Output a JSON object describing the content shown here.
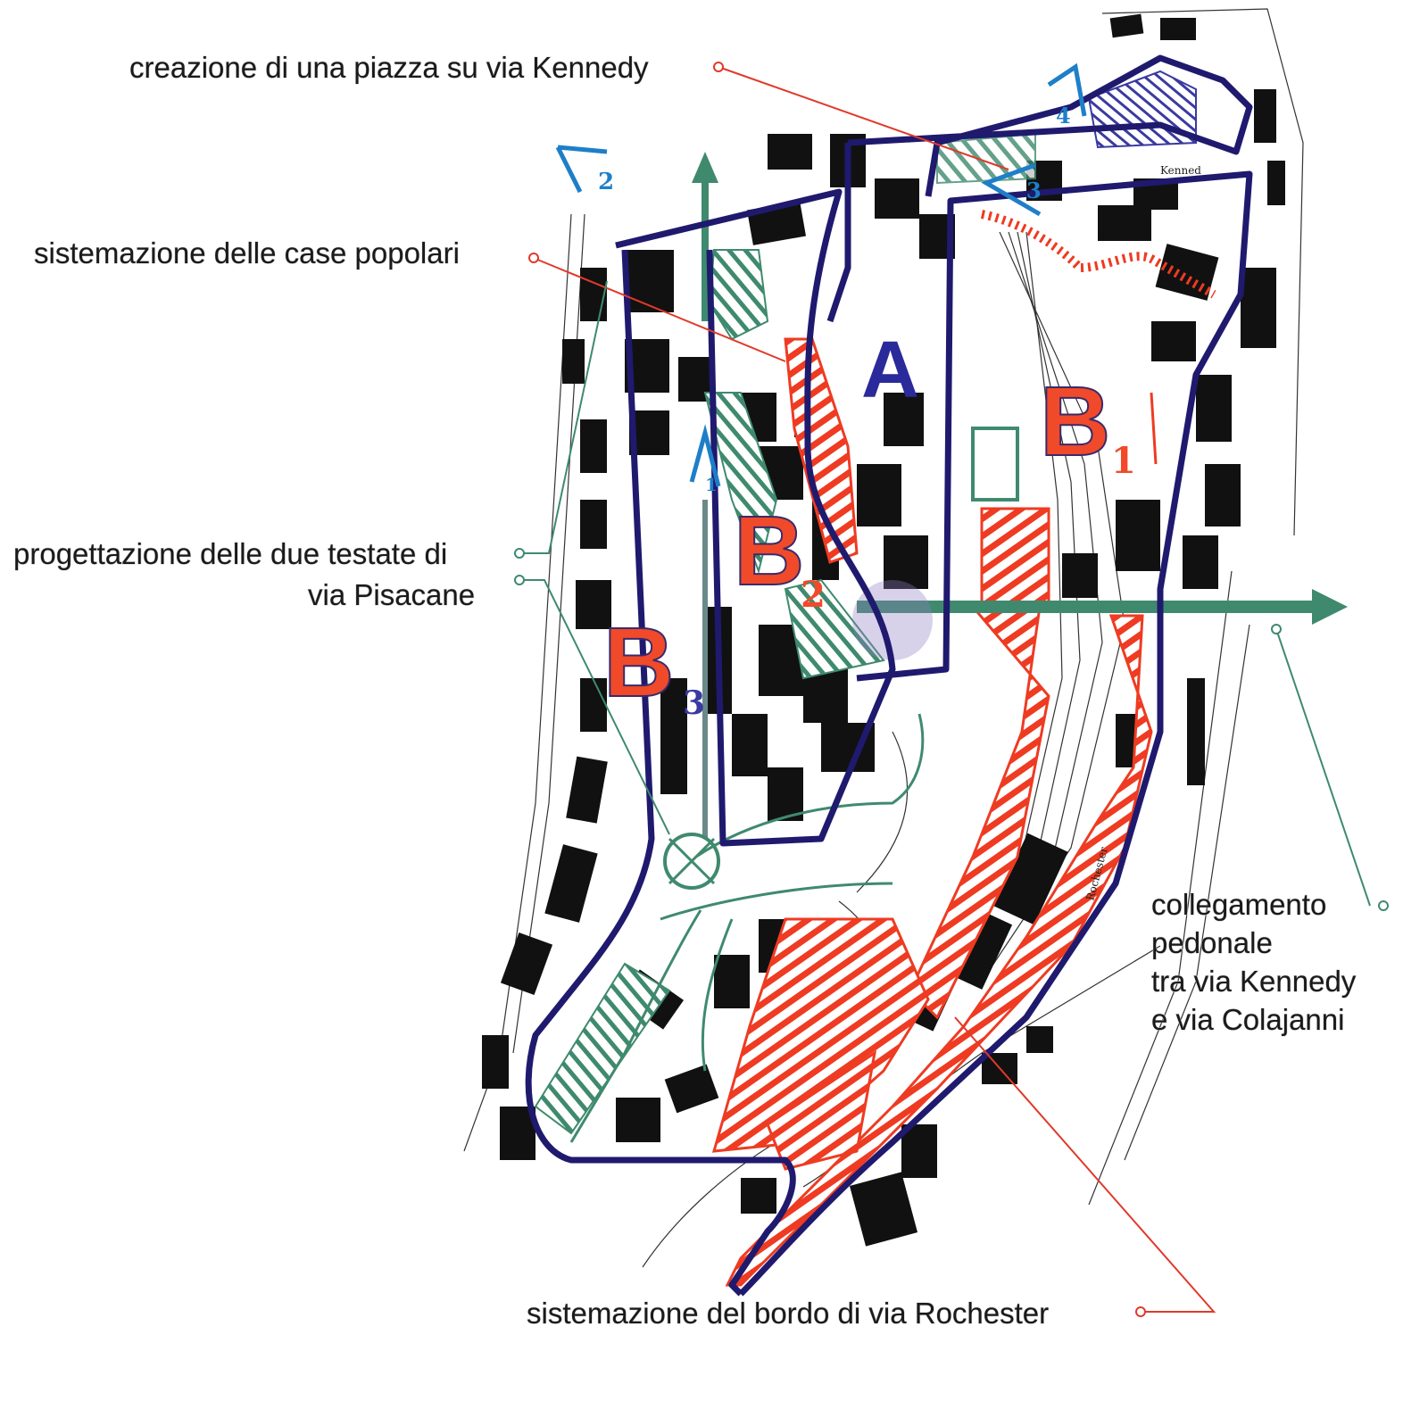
{
  "labels": {
    "piazza_kennedy": "creazione di una piazza su via Kennedy",
    "case_popolari": "sistemazione delle case popolari",
    "testate_line1": "progettazione delle due testate di",
    "testate_line2": "via Pisacane",
    "collegamento_line1": "collegamento",
    "collegamento_line2": "pedonale",
    "collegamento_line3": "tra via Kennedy",
    "collegamento_line4": "e via Colajanni",
    "bordo_rochester": "sistemazione del bordo di via Rochester"
  },
  "zones": {
    "b1": {
      "letter": "B",
      "sub": "1"
    },
    "b2": {
      "letter": "B",
      "sub": "2"
    },
    "b3": {
      "letter": "B",
      "sub": "3"
    },
    "a": {
      "letter": "A"
    }
  },
  "viewpoints": [
    "1",
    "2",
    "3",
    "4"
  ],
  "street_text": {
    "kennedy": "Kenned",
    "rochester": "Rochester"
  },
  "colors": {
    "boundary": "#1f1a6e",
    "red_hatch": "#ee3b22",
    "green": "#3f8a6e",
    "blue_viewpoint": "#1e7fc8",
    "buildings": "#111111"
  },
  "icons": [
    "callout-dot",
    "direction-arrow",
    "viewpoint-marker"
  ]
}
